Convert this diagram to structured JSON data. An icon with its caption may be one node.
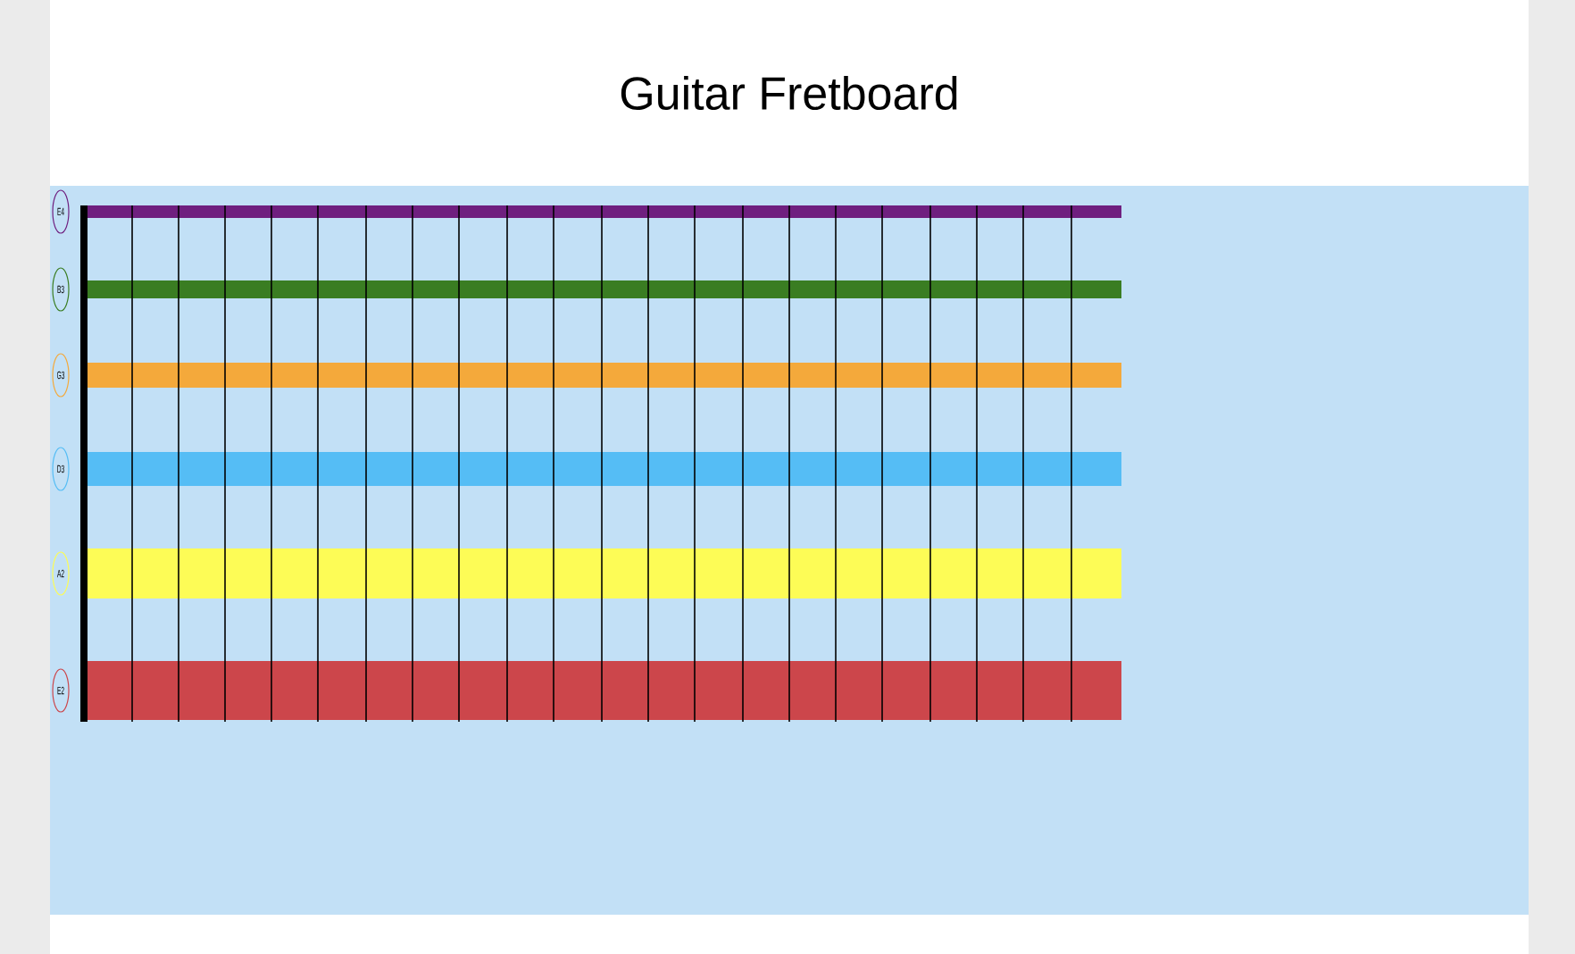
{
  "diagram": {
    "title": "Guitar Fretboard",
    "nodes": [
      {
        "text": [
          "E4"
        ]
      },
      {
        "text": [
          "B3"
        ]
      },
      {
        "text": [
          "G3"
        ]
      },
      {
        "text": [
          "D3"
        ]
      },
      {
        "text": [
          "A2"
        ]
      },
      {
        "text": [
          "E2"
        ]
      }
    ]
  }
}
